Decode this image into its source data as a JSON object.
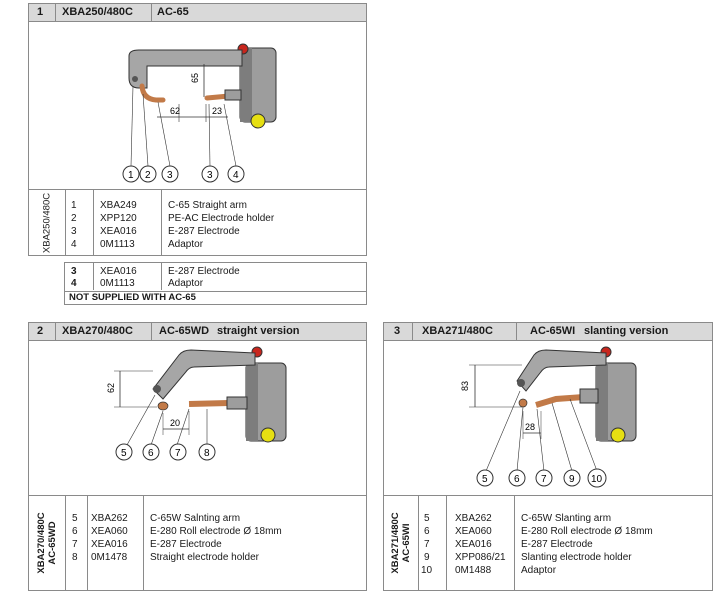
{
  "section1": {
    "num": "1",
    "model": "XBA250/480C",
    "code": "AC-65",
    "dims": {
      "d65": "65",
      "d62": "62",
      "d23": "23"
    },
    "callouts": [
      "1",
      "2",
      "3",
      "3",
      "4"
    ],
    "vlabel": "XBA250/480C",
    "rows": [
      {
        "n": "1",
        "code": "XBA249",
        "desc": "C-65 Straight arm"
      },
      {
        "n": "2",
        "code": "XPP120",
        "desc": "PE-AC Electrode holder"
      },
      {
        "n": "3",
        "code": "XEA016",
        "desc": "E-287 Electrode"
      },
      {
        "n": "4",
        "code": "0M1113",
        "desc": "Adaptor"
      }
    ],
    "extra_rows": [
      {
        "n": "3",
        "code": "XEA016",
        "desc": "E-287 Electrode"
      },
      {
        "n": "4",
        "code": "0M1113",
        "desc": "Adaptor"
      }
    ],
    "note": "NOT SUPPLIED WITH AC-65"
  },
  "section2": {
    "num": "2",
    "model": "XBA270/480C",
    "code": "AC-65WD",
    "version": "straight version",
    "dims": {
      "d62": "62",
      "d20": "20"
    },
    "callouts": [
      "5",
      "6",
      "7",
      "8"
    ],
    "vlabel1": "XBA270/480C",
    "vlabel2": "AC-65WD",
    "rows": [
      {
        "n": "5",
        "code": "XBA262",
        "desc": "C-65W Salnting arm"
      },
      {
        "n": "6",
        "code": "XEA060",
        "desc": "E-280 Roll electrode Ø 18mm"
      },
      {
        "n": "7",
        "code": "XEA016",
        "desc": "E-287 Electrode"
      },
      {
        "n": "8",
        "code": "0M1478",
        "desc": "Straight electrode holder"
      }
    ]
  },
  "section3": {
    "num": "3",
    "model": "XBA271/480C",
    "code": "AC-65WI",
    "version": "slanting version",
    "dims": {
      "d83": "83",
      "d28": "28"
    },
    "callouts": [
      "5",
      "6",
      "7",
      "9",
      "10"
    ],
    "vlabel1": "XBA271/480C",
    "vlabel2": "AC-65WI",
    "rows": [
      {
        "n": "5",
        "code": "XBA262",
        "desc": "C-65W Slanting arm"
      },
      {
        "n": "6",
        "code": "XEA060",
        "desc": "E-280 Roll electrode Ø 18mm"
      },
      {
        "n": "7",
        "code": "XEA016",
        "desc": "E-287 Electrode"
      },
      {
        "n": "9",
        "code": "XPP086/21",
        "desc": "Slanting electrode holder"
      },
      {
        "n": "10",
        "code": "0M1488",
        "desc": "Adaptor"
      }
    ]
  },
  "colors": {
    "header": "#d9d9d9",
    "border": "#8a8a8a",
    "body_gray": "#9d9d9d",
    "copper": "#c27a48",
    "yellow": "#e6df12",
    "red": "#c8261d"
  }
}
